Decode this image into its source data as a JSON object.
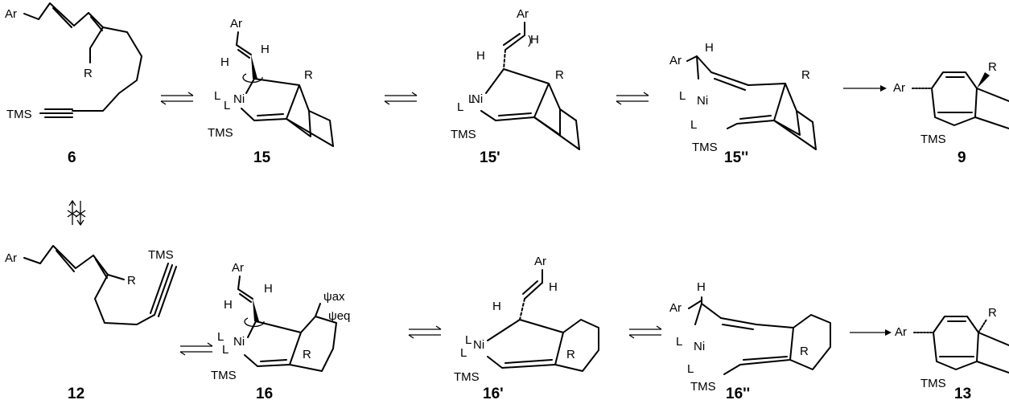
{
  "compounds": {
    "c6": "6",
    "c15": "15",
    "c15p": "15'",
    "c15pp": "15''",
    "c9": "9",
    "c12": "12",
    "c16": "16",
    "c16p": "16'",
    "c16pp": "16''",
    "c13": "13"
  },
  "atoms": {
    "ar": "Ar",
    "h": "H",
    "r": "R",
    "tms": "TMS",
    "l": "L",
    "ni": "Ni",
    "psi_ax": "ψax",
    "psi_eq": "ψeq"
  }
}
